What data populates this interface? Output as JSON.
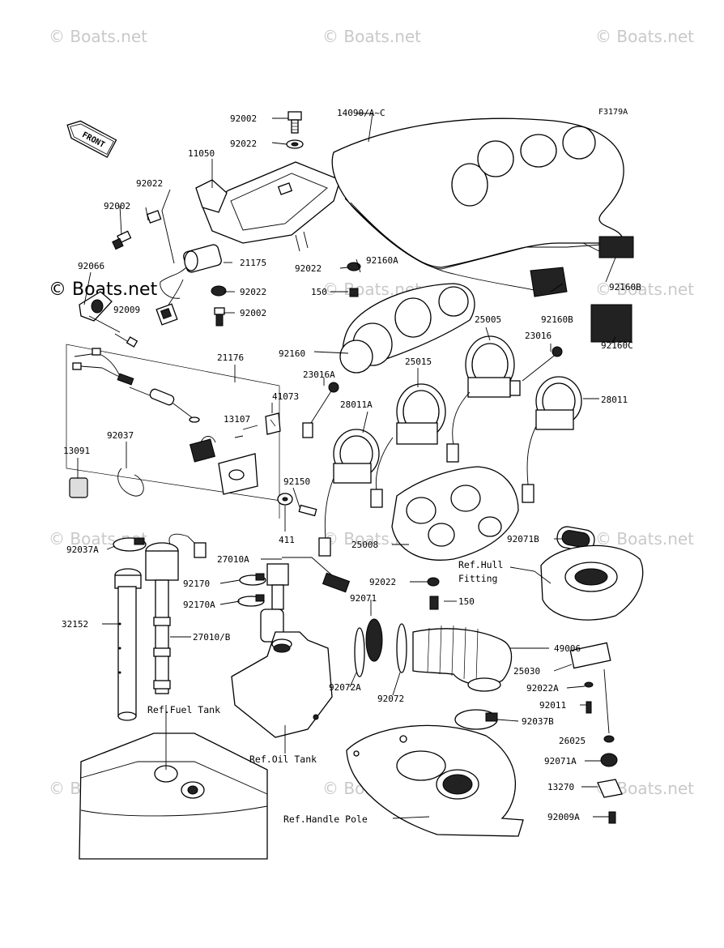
{
  "diagram": {
    "figure_code": "F3179A",
    "watermark": "© Boats.net",
    "front_label": "FRONT",
    "part_labels": {
      "p92002_top": "92002",
      "p14090": "14090/A~C",
      "p92022_top": "92022",
      "p11050": "11050",
      "p92022_l": "92022",
      "p92002_l": "92002",
      "p92066": "92066",
      "p21175": "21175",
      "p92022_m": "92022",
      "p92009": "92009",
      "p92002_m": "92002",
      "p92022_c": "92022",
      "p92160A": "92160A",
      "p150_top": "150",
      "p92160B_r": "92160B",
      "p92160B_l": "92160B",
      "p21176": "21176",
      "p25005": "25005",
      "p23016": "23016",
      "p92160": "92160",
      "p92160C": "92160C",
      "p25015": "25015",
      "p23016A": "23016A",
      "p41073": "41073",
      "p28011A": "28011A",
      "p28011": "28011",
      "p13107": "13107",
      "p92037": "92037",
      "p13091": "13091",
      "p92150": "92150",
      "p411": "411",
      "p25008": "25008",
      "p92071B": "92071B",
      "p92037A": "92037A",
      "p27010A": "27010A",
      "p92170": "92170",
      "p92170A": "92170A",
      "p92022_r": "92022",
      "p150_r": "150",
      "p92071": "92071",
      "p32152": "32152",
      "p27010B": "27010/B",
      "p49006": "49006",
      "p25030": "25030",
      "p92022A": "92022A",
      "p92072A": "92072A",
      "p92072": "92072",
      "p92011": "92011",
      "p92037B": "92037B",
      "p26025": "26025",
      "p92071A": "92071A",
      "p13270": "13270",
      "p92009A": "92009A"
    },
    "refs": {
      "hull_1": "Ref.Hull",
      "hull_2": "Fitting",
      "fuel": "Ref.Fuel Tank",
      "oil": "Ref.Oil Tank",
      "handle": "Ref.Handle Pole"
    }
  }
}
